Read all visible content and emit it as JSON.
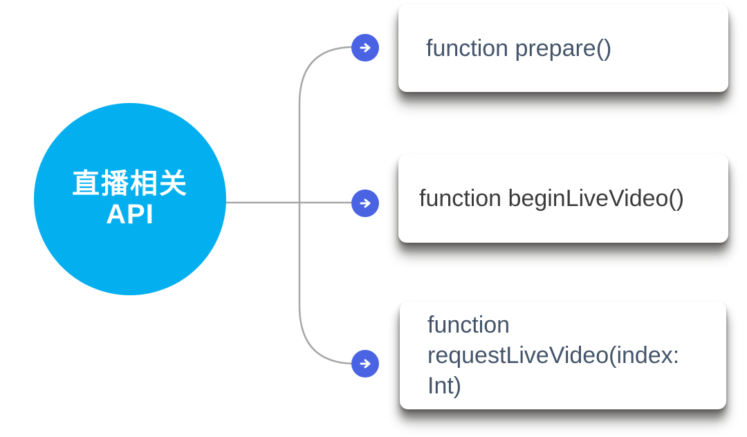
{
  "diagram": {
    "root_node": {
      "line1": "直播相关",
      "line2": "API"
    },
    "nodes": [
      {
        "label": "function prepare()"
      },
      {
        "label": "function beginLiveVideo()"
      },
      {
        "label": "function requestLiveVideo(index: Int)"
      }
    ],
    "icons": {
      "badge": "arrow-right-icon"
    },
    "colors": {
      "root_fill": "#04AFEF",
      "root_text": "#FFFFFF",
      "arrow_badge_fill": "#4A63E2",
      "arrow_glyph": "#FFFFFF",
      "connector_line": "#A7A7A7",
      "node_fill": "#FFFFFF",
      "node_text_blue": "#44546A",
      "node_text_dark": "#3B3B3B",
      "background": "#FFFFFF"
    }
  }
}
